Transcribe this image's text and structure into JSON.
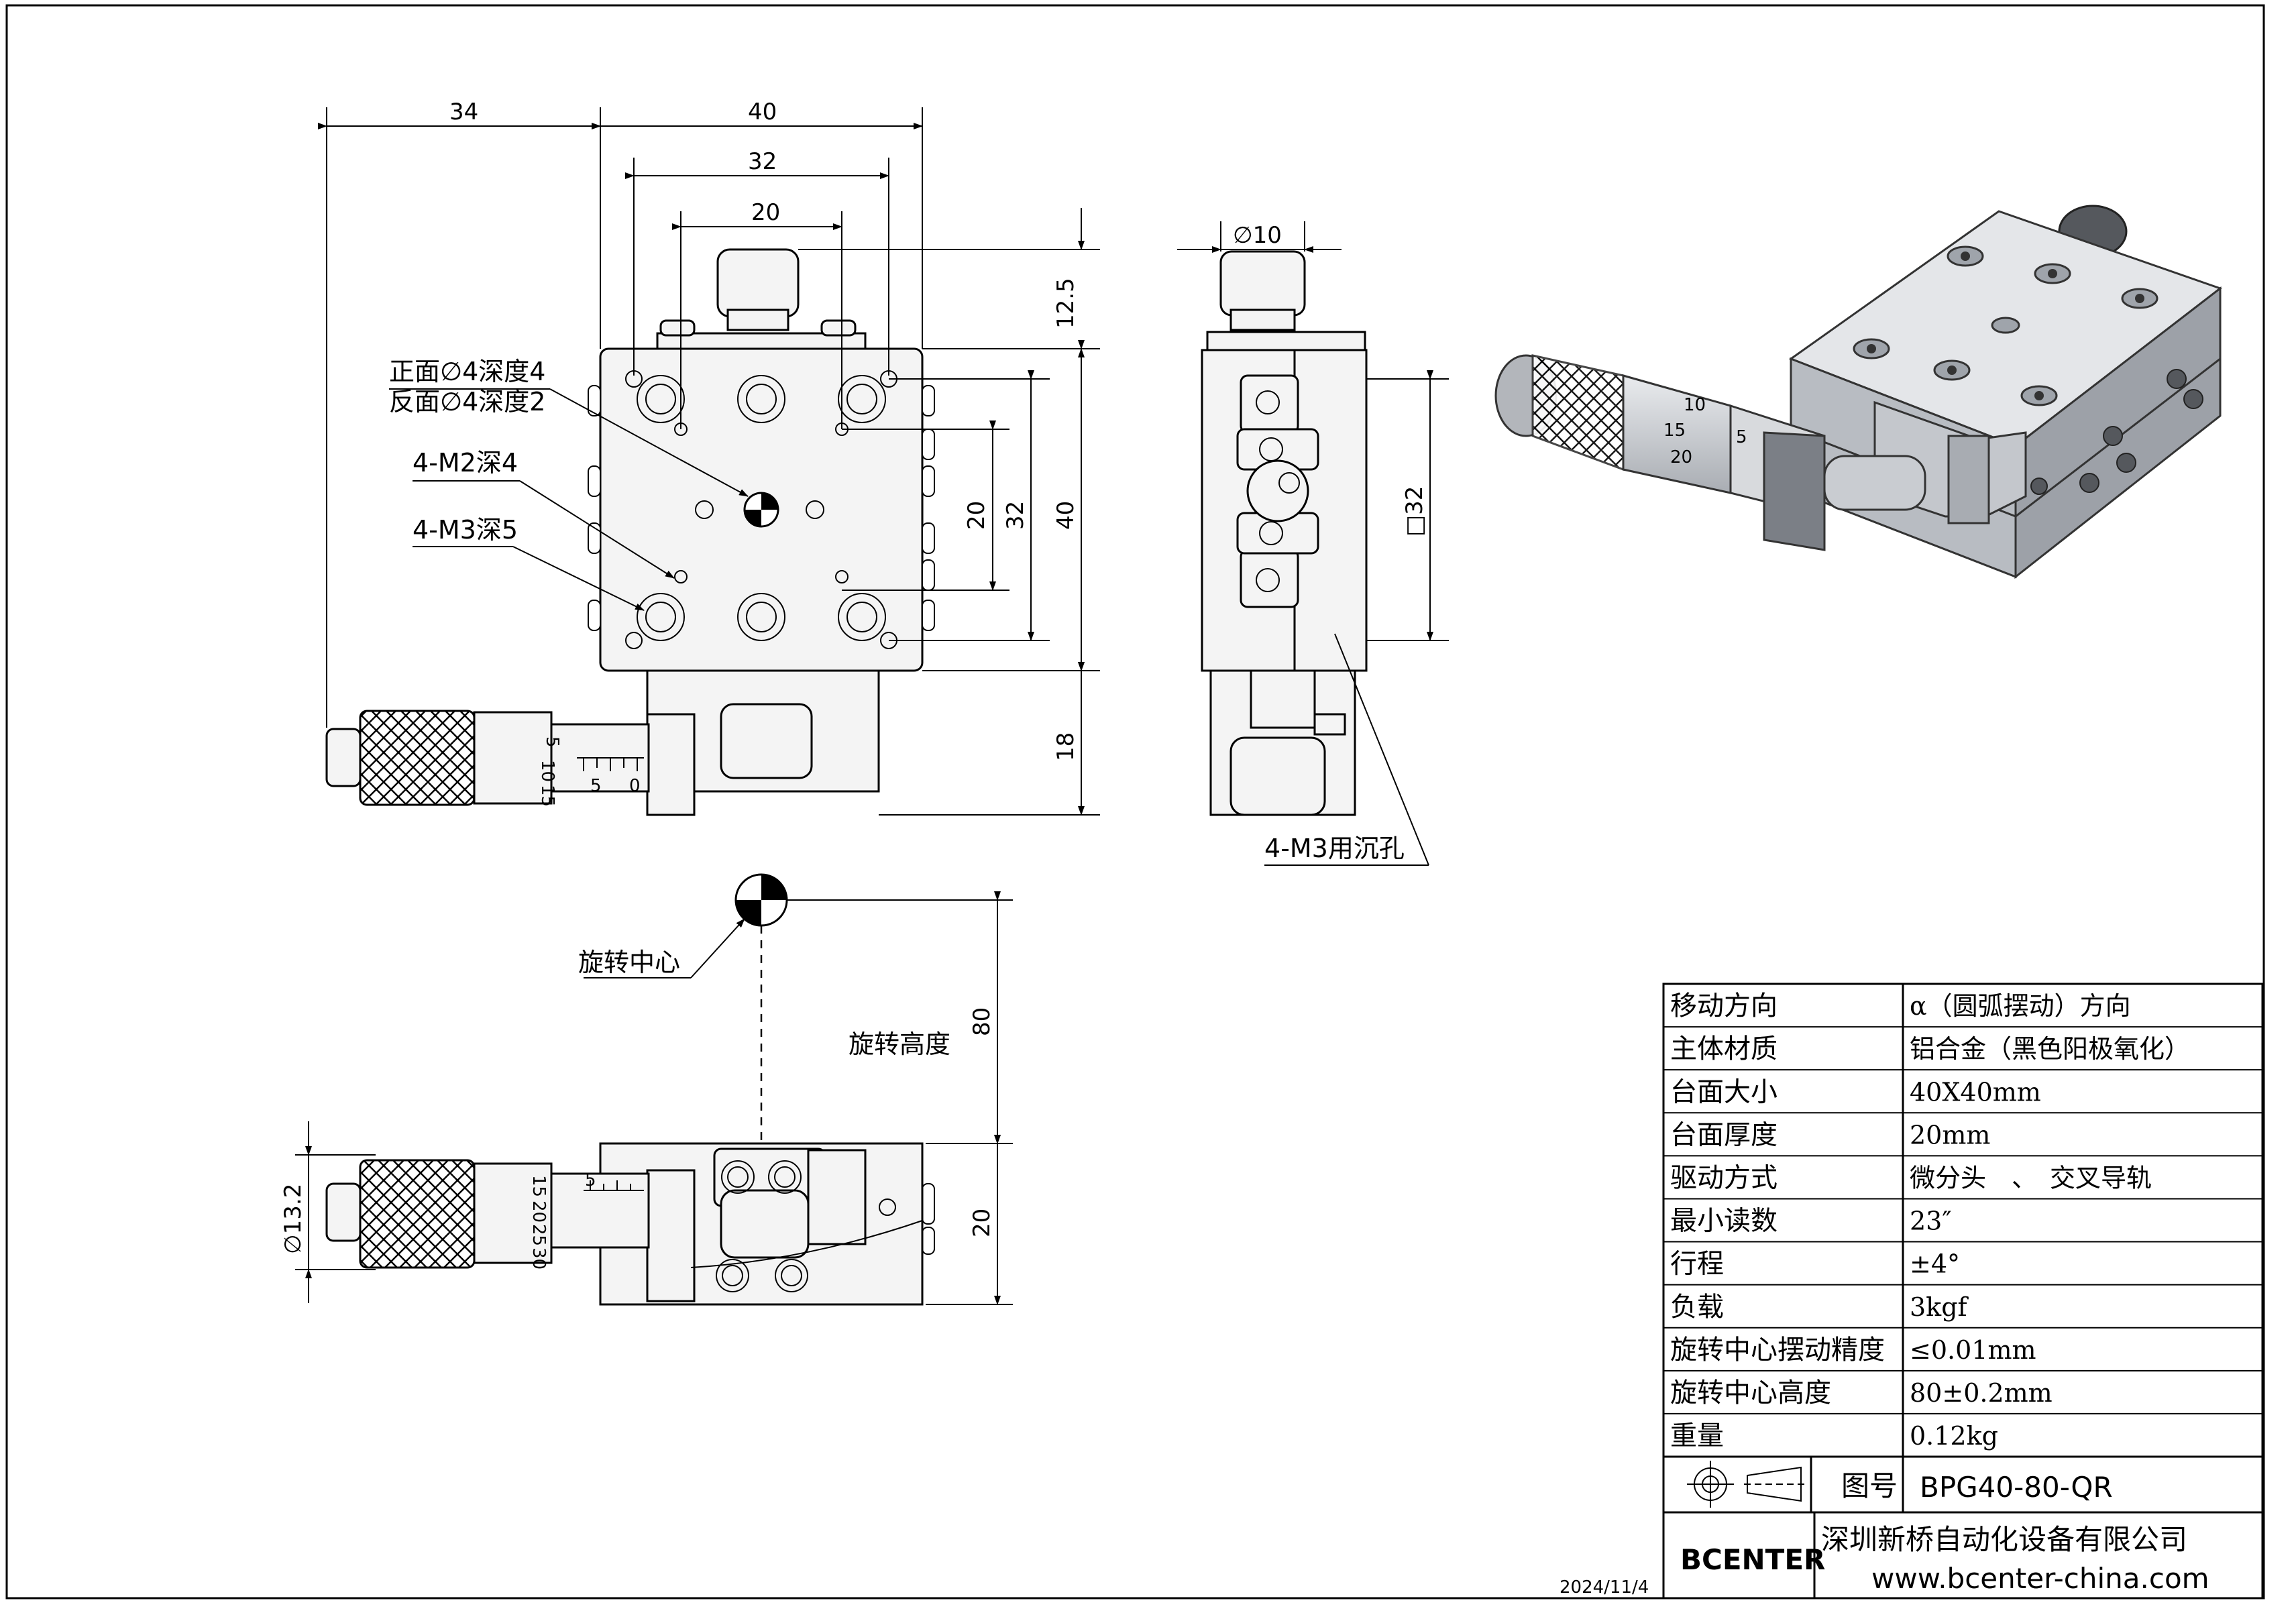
{
  "front_view": {
    "dim_top_34": "34",
    "dim_top_40": "40",
    "dim_top_32": "32",
    "dim_top_20": "20",
    "dim_right_12_5": "12.5",
    "dim_right_20": "20",
    "dim_right_32": "32",
    "dim_right_40": "40",
    "dim_right_18": "18",
    "note_hole_front": "正面∅4深度4",
    "note_hole_back": "反面∅4深度2",
    "note_m2": "4-M2深4",
    "note_m3": "4-M3深5",
    "micrometer_scale_labels": [
      "5",
      "10",
      "15",
      "5",
      "0"
    ]
  },
  "side_view": {
    "dim_dia10": "∅10",
    "dim_square32": "□32",
    "note_counterbore": "4-M3用沉孔"
  },
  "bottom_view": {
    "label_rotation_center": "旋转中心",
    "label_rotation_height": "旋转高度",
    "dim_80": "80",
    "dim_20": "20",
    "dim_dia13_2": "∅13.2",
    "micrometer_scale_labels": [
      "15",
      "20",
      "25",
      "30",
      "5"
    ]
  },
  "iso_view": {
    "micrometer_scale_labels": [
      "10",
      "5",
      "15",
      "20"
    ]
  },
  "spec_table": {
    "rows": [
      {
        "label": "移动方向",
        "value": "α（圆弧摆动）方向"
      },
      {
        "label": "主体材质",
        "value": "铝合金（黑色阳极氧化）"
      },
      {
        "label": "台面大小",
        "value": "40X40mm"
      },
      {
        "label": "台面厚度",
        "value": "20mm"
      },
      {
        "label": "驱动方式",
        "value": "微分头　、　交叉导轨"
      },
      {
        "label": "最小读数",
        "value": "23″"
      },
      {
        "label": "行程",
        "value": "±4°"
      },
      {
        "label": "负载",
        "value": "3kgf"
      },
      {
        "label": "旋转中心摆动精度",
        "value": "≤0.01mm"
      },
      {
        "label": "旋转中心高度",
        "value": "80±0.2mm"
      },
      {
        "label": "重量",
        "value": "0.12kg"
      }
    ]
  },
  "title_block": {
    "drawing_no_label": "图号",
    "drawing_no": "BPG40-80-QR",
    "brand": "BCENTER",
    "company": "深圳新桥自动化设备有限公司",
    "website": "www.bcenter-china.com",
    "date": "2024/11/4"
  }
}
